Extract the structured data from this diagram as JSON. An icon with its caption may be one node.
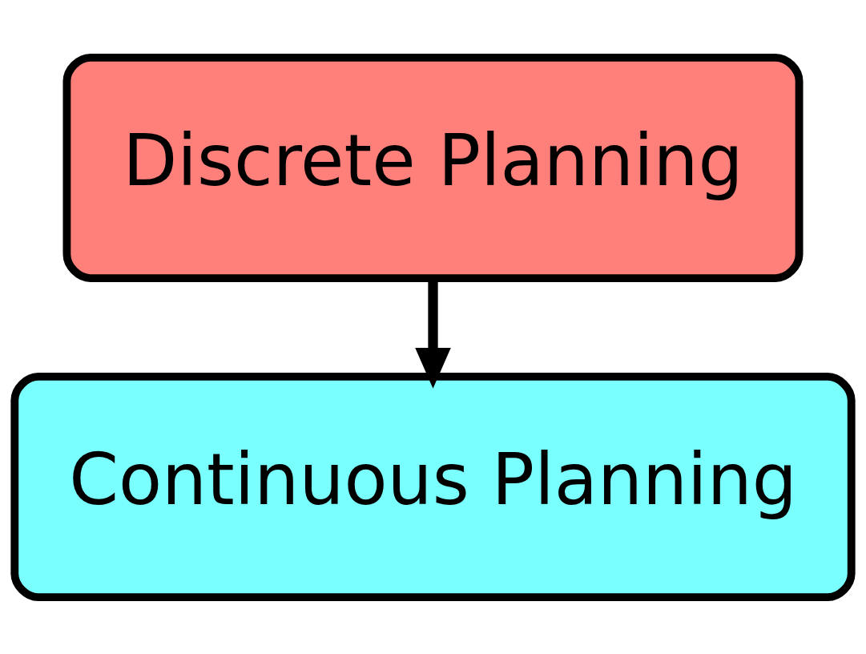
{
  "diagram": {
    "nodes": [
      {
        "text": [
          "Discrete Planning"
        ]
      },
      {
        "text": [
          "Continuous Planning"
        ]
      }
    ],
    "edges": [
      {
        "from": 0,
        "to": 1,
        "arrow": "to"
      }
    ]
  }
}
